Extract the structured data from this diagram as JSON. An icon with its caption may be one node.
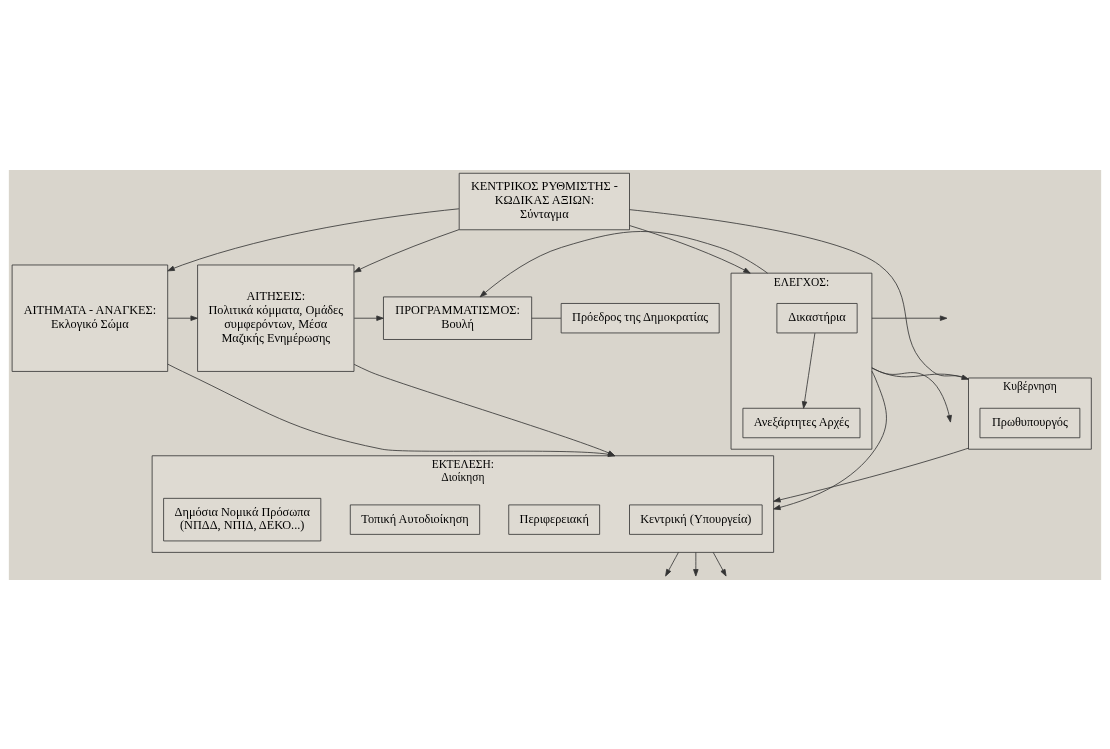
{
  "diagram": {
    "nodes": [
      {
        "text": [
          "ΚΕΝΤΡΙΚΟΣ ΡΥΘΜΙΣΤΗΣ - ΚΩΔΙΚΑΣ ΑΞΙΩΝ:",
          "Σύνταγμα"
        ]
      },
      {
        "text": [
          "ΑΙΤΗΜΑΤΑ - ΑΝΑΓΚΕΣ:",
          "Εκλογικό Σώμα"
        ]
      },
      {
        "text": [
          "ΑΙΤΗΣΕΙΣ:",
          "Πολιτικά κόμματα, Ομάδες συμφερόντων, Μέσα Μαζικής Ενημέρωσης"
        ]
      },
      {
        "text": [
          "ΠΡΟΓΡΑΜΜΑΤΙΣΜΟΣ:",
          "Βουλή"
        ]
      },
      {
        "text": [
          "Πρόεδρος της Δημοκρατίας"
        ]
      },
      {
        "text": [
          "ΕΛΕΓΧΟΣ:"
        ]
      },
      {
        "text": [
          "Δικαστήρια"
        ],
        "in": 5
      },
      {
        "text": [
          "Ανεξάρτητες Αρχές"
        ],
        "in": 5
      },
      {
        "text": [
          "Κυβέρνηση"
        ]
      },
      {
        "text": [
          "Πρωθυπουργός"
        ],
        "in": 8
      },
      {
        "text": [
          "ΕΚΤΕΛΕΣΗ:",
          "Διοίκηση"
        ]
      },
      {
        "text": [
          "Κεντρική (Υπουργεία)"
        ],
        "in": 10
      },
      {
        "text": [
          "Περιφερειακή"
        ],
        "in": 10
      },
      {
        "text": [
          "Τοπική Αυτοδιοίκηση"
        ],
        "in": 10
      },
      {
        "text": [
          "Δημόσια Νομικά Πρόσωπα (ΝΠΔΔ, ΝΠΙΔ, ΔΕΚΟ...)"
        ],
        "in": 10
      }
    ],
    "edges": [
      {
        "from": 0,
        "to": 1,
        "arrow": "to"
      },
      {
        "from": 0,
        "to": 2,
        "arrow": "to"
      },
      {
        "from": 0,
        "to": 5,
        "arrow": "to"
      },
      {
        "from": 0,
        "to": 8,
        "arrow": "none"
      },
      {
        "from": 5,
        "to": 3,
        "arrow": "to"
      },
      {
        "from": 1,
        "to": 2,
        "arrow": "to"
      },
      {
        "from": 2,
        "to": 3,
        "arrow": "to"
      },
      {
        "from": 3,
        "to": 4,
        "arrow": "none"
      },
      {
        "from": 6,
        "to": 7,
        "arrow": "to"
      },
      {
        "from": 5,
        "to": null,
        "arrow": "to"
      },
      {
        "from": 5,
        "to": null,
        "arrow": "to"
      },
      {
        "from": 5,
        "to": 8,
        "arrow": "to"
      },
      {
        "from": 8,
        "to": 10,
        "arrow": "to"
      },
      {
        "from": 2,
        "to": 10,
        "arrow": "to"
      },
      {
        "from": 1,
        "to": 10,
        "arrow": "to"
      },
      {
        "from": 5,
        "to": 10,
        "arrow": "to"
      },
      {
        "from": 10,
        "to": null,
        "arrow": "to"
      },
      {
        "from": 10,
        "to": null,
        "arrow": "to"
      },
      {
        "from": 10,
        "to": null,
        "arrow": "to"
      }
    ]
  }
}
